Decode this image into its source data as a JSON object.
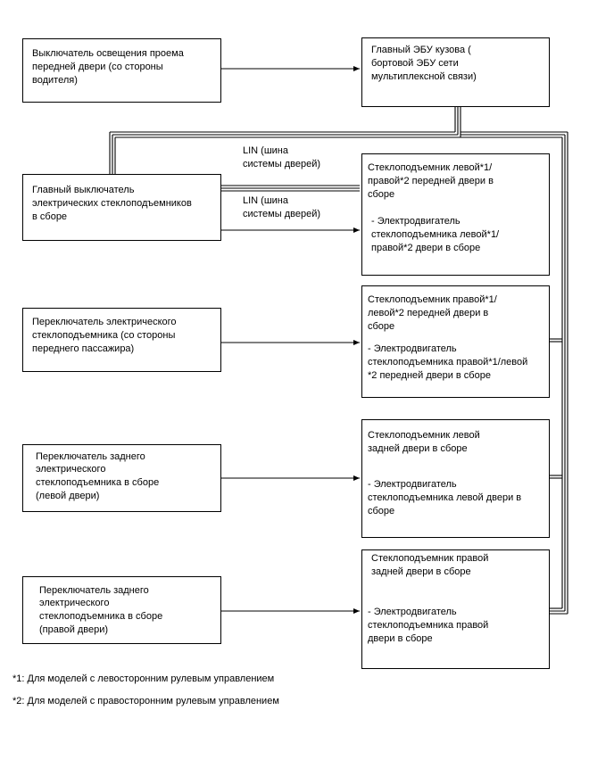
{
  "boxes": {
    "door_light_switch": [
      "Выключатель освещения проема",
      "передней двери (со стороны",
      "водителя)"
    ],
    "main_body_ecu": [
      "Главный ЭБУ кузова (",
      "бортовой ЭБУ сети",
      "мультиплексной связи)"
    ],
    "master_switch": [
      "Главный выключатель",
      "электрических стеклоподъемников",
      "в сборе"
    ],
    "front_left_regulator": {
      "title": [
        "Стеклоподъемник левой*1/",
        "правой*2 передней двери в",
        "сборе"
      ],
      "motor": [
        "- Электродвигатель",
        "стеклоподъемника левой*1/",
        "правой*2 двери в сборе"
      ]
    },
    "passenger_switch": [
      "Переключатель электрического",
      "стеклоподъемника (со стороны",
      "переднего пассажира)"
    ],
    "front_right_regulator": {
      "title": [
        "Стеклоподъемник правой*1/",
        "левой*2 передней двери в",
        "сборе"
      ],
      "motor": [
        "- Электродвигатель",
        "стеклоподъемника правой*1/левой",
        "*2 передней двери в сборе"
      ]
    },
    "rear_left_switch": [
      "Переключатель заднего",
      "электрического",
      "стеклоподъемника в сборе",
      "(левой двери)"
    ],
    "rear_left_regulator": {
      "title": [
        "Стеклоподъемник левой",
        "задней двери в сборе"
      ],
      "motor": [
        "- Электродвигатель",
        "стеклоподъемника левой двери в",
        "сборе"
      ]
    },
    "rear_right_switch": [
      "Переключатель заднего",
      "электрического",
      "стеклоподъемника в сборе",
      "(правой двери)"
    ],
    "rear_right_regulator": {
      "title": [
        "Стеклоподъемник правой",
        "задней двери в сборе"
      ],
      "motor": [
        "- Электродвигатель",
        "стеклоподъемника правой",
        "двери в сборе"
      ]
    }
  },
  "lin_labels": {
    "upper": [
      "LIN (шина",
      "системы дверей)"
    ],
    "lower": [
      "LIN (шина",
      "системы дверей)"
    ]
  },
  "footnotes": {
    "note1": "*1: Для моделей с левосторонним рулевым управлением",
    "note2": "*2: Для моделей с правосторонним рулевым управлением"
  }
}
